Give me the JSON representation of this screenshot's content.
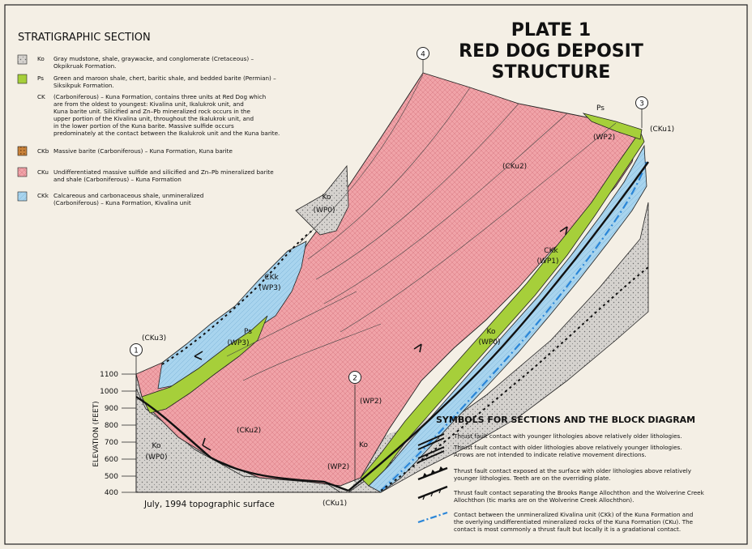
{
  "title": {
    "line1": "PLATE 1",
    "line2": "RED DOG DEPOSIT",
    "line3": "STRUCTURE"
  },
  "strat_header": "STRATIGRAPHIC SECTION",
  "legend": [
    {
      "code": "Ko",
      "lines": [
        "Gray mudstone, shale, graywacke, and conglomerate (Cretaceous) –",
        "Okpikruak Formation."
      ]
    },
    {
      "code": "Ps",
      "lines": [
        "Green and maroon shale, chert, baritic shale, and bedded barite (Permian) –",
        "Siksikpuk Formation."
      ]
    },
    {
      "code": "CK",
      "lines": [
        "(Carboniferous) – Kuna Formation, contains three units at Red Dog which",
        "are from the oldest to youngest: Kivalina unit, Ikalukrok unit, and",
        "Kuna barite unit. Silicified and Zn–Pb mineralized rock occurs in the",
        "upper portion of the Kivalina unit, throughout the Ikalukrok unit, and",
        "in the lower portion of the Kuna barite. Massive sulfide occurs",
        "predominately at the contact between the Ikalukrok unit and the Kuna barite."
      ]
    },
    {
      "code": "CKb",
      "lines": [
        "Massive barite (Carboniferous) – Kuna Formation, Kuna barite"
      ]
    },
    {
      "code": "CKu",
      "lines": [
        "Undifferentiated massive sulfide and silicified and Zn–Pb mineralized barite",
        "and shale (Carboniferous) – Kuna Formation"
      ]
    },
    {
      "code": "CKk",
      "lines": [
        "Calcareous and carbonaceous shale, unmineralized",
        "(Carboniferous) – Kuna Formation, Kivalina unit"
      ]
    }
  ],
  "symbols_header": "SYMBOLS FOR SECTIONS AND THE BLOCK DIAGRAM",
  "symbols": [
    {
      "lines": [
        "Thrust fault contact with younger lithologies above relatively older lithologies."
      ]
    },
    {
      "lines": [
        "Thrust fault contact with older lithologies above relatively younger lithologies.",
        "Arrows are not intended to indicate relative movement directions."
      ]
    },
    {
      "lines": [
        "Thrust fault contact exposed at the surface with older lithologies above relatively",
        "younger lithologies. Teeth are on the overriding plate."
      ]
    },
    {
      "lines": [
        "Thrust fault contact separating the Brooks Range Allochthon and the Wolverine Creek",
        "Allochthon (tic marks are on the Wolverine Creek Allochthon)."
      ]
    },
    {
      "lines": [
        "Contact between the unmineralized Kivalina unit (CKk) of the Kuna Formation and",
        "the overlying undifferentiated mineralized rocks of the Kuna Formation (CKu). The",
        "contact is most commonly a thrust fault but locally it is a gradational contact."
      ]
    }
  ],
  "axis": {
    "label": "ELEVATION (FEET)",
    "ticks": [
      "1100",
      "1000",
      "900",
      "800",
      "700",
      "600",
      "500",
      "400"
    ]
  },
  "topo_caption": "July, 1994 topographic surface",
  "section_markers": [
    "1",
    "2",
    "3",
    "4"
  ],
  "labels": {
    "cku2_top": "(CKu2)",
    "cku2_bottom": "(CKu2)",
    "ko_wp0_upper_ko": "Ko",
    "ko_wp0_upper_wp": "(WP0)",
    "ckk_wp3_ckk": "CKk",
    "ckk_wp3_wp": "(WP3)",
    "ps_wp3_ps": "Ps",
    "ps_wp3_wp": "(WP3)",
    "cku3": "(CKu3)",
    "ko_wp0_left_ko": "Ko",
    "ko_wp0_left_wp": "(WP0)",
    "wp2_mid": "(WP2)",
    "ko_mid": "Ko",
    "wp2_low": "(WP2)",
    "cku1_bottom": "(CKu1)",
    "ps_right": "Ps",
    "wp2_right": "(WP2)",
    "cku1_right": "(CKu1)",
    "ckk_wp1_ckk": "CKk",
    "ckk_wp1_wp": "(WP1)",
    "ko_wp0_right_ko": "Ko",
    "ko_wp0_right_wp": "(WP0)"
  },
  "colors": {
    "ko": "#d3d0cc",
    "ps": "#a6cf3a",
    "ckb": "#c9823a",
    "cku": "#f0a3a8",
    "ckk": "#a8d4ee",
    "contact": "#2a86d8",
    "background": "#f2ede2"
  }
}
